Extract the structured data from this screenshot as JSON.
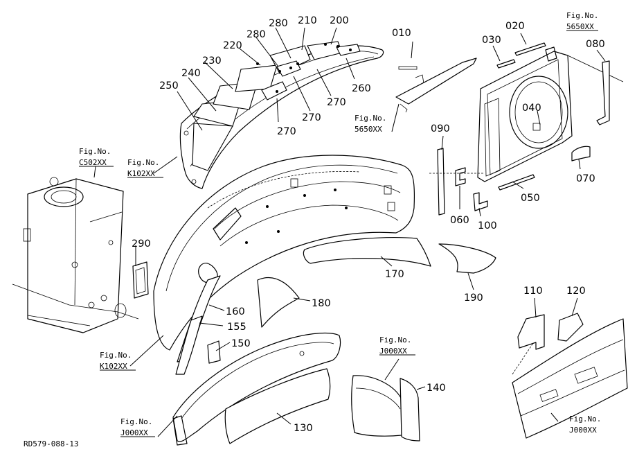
{
  "callouts": {
    "n010": "010",
    "n020": "020",
    "n030": "030",
    "n040": "040",
    "n050": "050",
    "n060": "060",
    "n070": "070",
    "n080": "080",
    "n090": "090",
    "n100": "100",
    "n110": "110",
    "n120": "120",
    "n130": "130",
    "n140": "140",
    "n150": "150",
    "n155": "155",
    "n160": "160",
    "n170": "170",
    "n180": "180",
    "n190": "190",
    "n200": "200",
    "n210": "210",
    "n220": "220",
    "n230": "230",
    "n240": "240",
    "n250": "250",
    "n260": "260",
    "n270a": "270",
    "n270b": "270",
    "n270c": "270",
    "n280a": "280",
    "n280b": "280",
    "n290": "290"
  },
  "references": {
    "fig_label": "Fig.No.",
    "r5650_top": "5650XX",
    "r5650_mid": "5650XX",
    "rC502": "C502XX",
    "rK102_top": "K102XX",
    "rK102_bottom": "K102XX",
    "rJ000_center": "J000XX",
    "rJ000_left": "J000XX",
    "rJ000_right": "J000XX"
  },
  "diagram_code": "RD579-088-13"
}
